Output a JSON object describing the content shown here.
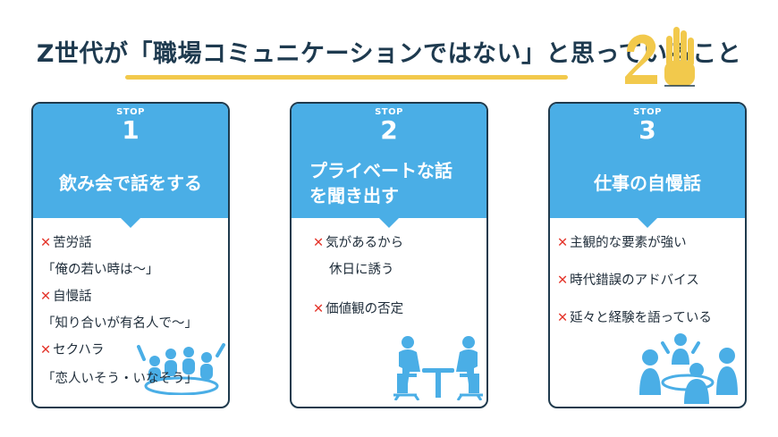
{
  "title": "Z世代が「職場コミュニケーションではない」と思っていること",
  "cards": [
    {
      "stop_label": "STOP",
      "stop_num": "1",
      "title": "飲み会で話をする",
      "items": [
        {
          "mark": "✕",
          "text": "苦労話"
        },
        {
          "mark": "",
          "text": "「俺の若い時は〜」"
        },
        {
          "mark": "✕",
          "text": "自慢話"
        },
        {
          "mark": "",
          "text": "「知り合いが有名人で〜」"
        },
        {
          "mark": "✕",
          "text": "セクハラ"
        },
        {
          "mark": "",
          "text": "「恋人いそう・いなそう」"
        }
      ]
    },
    {
      "stop_label": "STOP",
      "stop_num": "2",
      "title_line1": "プライベートな話",
      "title_line2": "を聞き出す",
      "items": [
        {
          "mark": "✕",
          "text": "気があるから"
        },
        {
          "mark": "",
          "text": "休日に誘う"
        },
        {
          "mark": "✕",
          "text": "価値観の否定"
        }
      ]
    },
    {
      "stop_label": "STOP",
      "stop_num": "3",
      "title": "仕事の自慢話",
      "items": [
        {
          "mark": "✕",
          "text": "主観的な要素が強い"
        },
        {
          "mark": "✕",
          "text": "時代錯誤のアドバイス"
        },
        {
          "mark": "✕",
          "text": "延々と経験を語っている"
        }
      ]
    }
  ],
  "icons": [
    "party-people-icon",
    "meeting-desk-icon",
    "group-people-icon",
    "hand-raise-icon"
  ],
  "colors": {
    "accent": "#4aaee6",
    "border": "#1f3a4d",
    "cross": "#e4352b",
    "underline": "#f2c94c"
  }
}
